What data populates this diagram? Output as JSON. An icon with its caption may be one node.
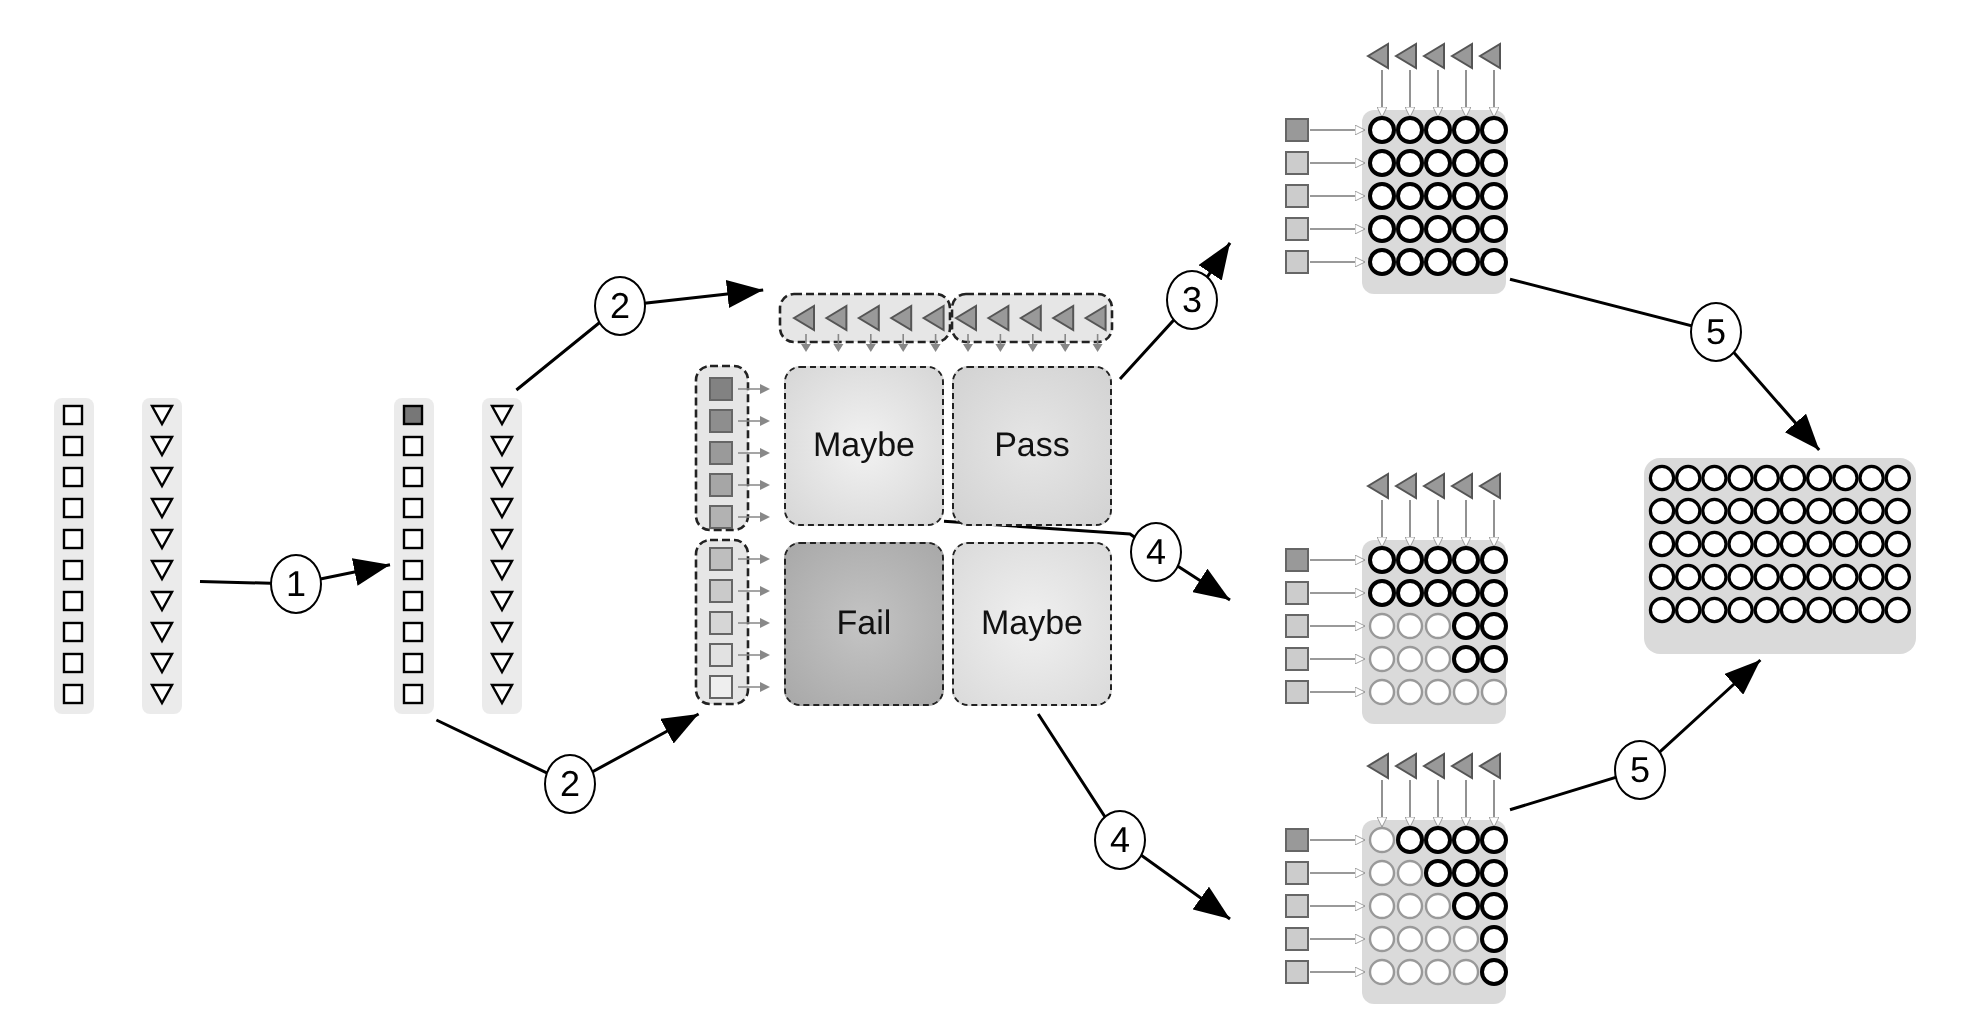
{
  "diagram": {
    "nodes": [
      {
        "text": [],
        "shape": "picture"
      },
      {
        "text": [],
        "shape": "picture"
      },
      {
        "text": [],
        "shape": "picture"
      },
      {
        "text": [
          "Maybe"
        ],
        "in": 2
      },
      {
        "text": [
          "Pass"
        ],
        "in": 2
      },
      {
        "text": [
          "Fail"
        ],
        "in": 2
      },
      {
        "text": [
          "Maybe"
        ],
        "in": 2
      },
      {
        "text": [],
        "shape": "picture"
      },
      {
        "text": [],
        "shape": "picture"
      },
      {
        "text": [],
        "shape": "picture"
      },
      {
        "text": [],
        "shape": "picture"
      }
    ],
    "edges": [
      {
        "from": 0,
        "to": 1,
        "arrow": "to",
        "label": "1"
      },
      {
        "from": 1,
        "to": 2,
        "arrow": "to",
        "label": "2"
      },
      {
        "from": 1,
        "to": 2,
        "arrow": "to",
        "label": "2"
      },
      {
        "from": 2,
        "to": 7,
        "arrow": "to",
        "label": "3"
      },
      {
        "from": 3,
        "to": 8,
        "arrow": "to",
        "label": "4"
      },
      {
        "from": 2,
        "to": 9,
        "arrow": "to",
        "label": "4"
      },
      {
        "from": 7,
        "to": 10,
        "arrow": "to",
        "label": "5"
      },
      {
        "from": 9,
        "to": 10,
        "arrow": "to",
        "label": "5"
      }
    ]
  }
}
